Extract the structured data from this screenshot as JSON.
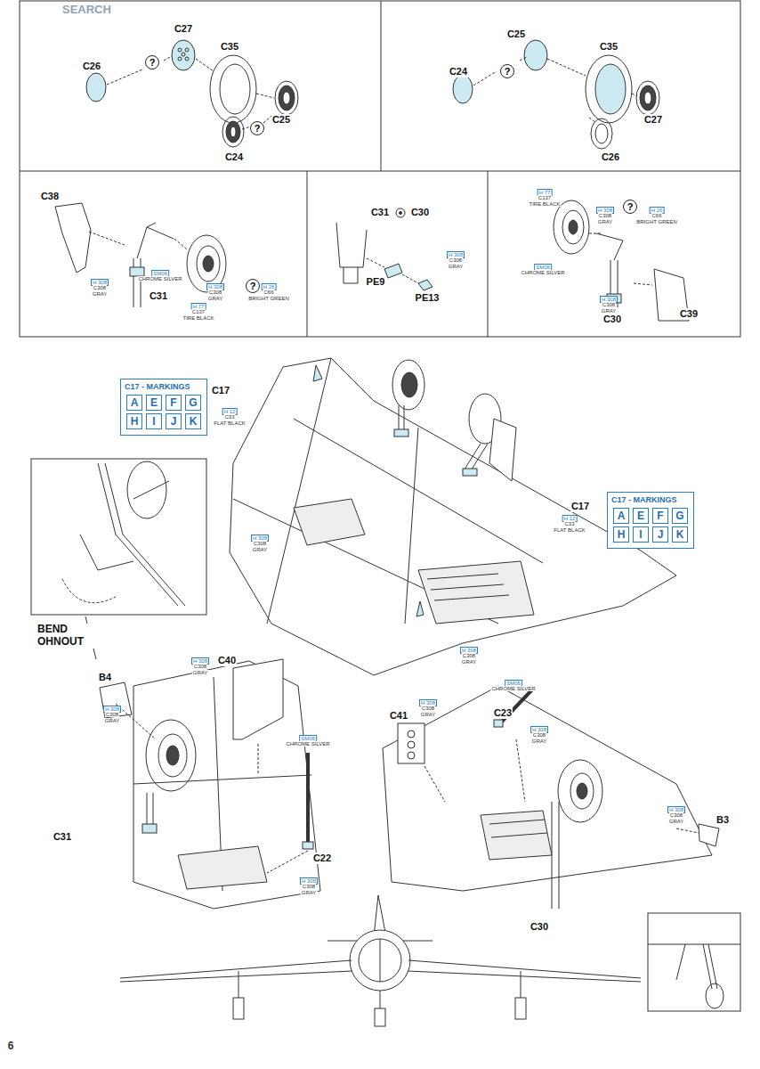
{
  "diagram": {
    "nodes": [
      {
        "text": [
          "C17 - MARKINGS"
        ]
      },
      {
        "text": [
          "A"
        ],
        "in": 0
      },
      {
        "text": [
          "E"
        ],
        "in": 0
      },
      {
        "text": [
          "F"
        ],
        "in": 0
      },
      {
        "text": [
          "G"
        ],
        "in": 0
      },
      {
        "text": [
          "H"
        ],
        "in": 0
      },
      {
        "text": [
          "I"
        ],
        "in": 0
      },
      {
        "text": [
          "J"
        ],
        "in": 0
      },
      {
        "text": [
          "K"
        ],
        "in": 0
      },
      {
        "text": [
          "C17 - MARKINGS"
        ]
      },
      {
        "text": [
          "A"
        ],
        "in": 9
      },
      {
        "text": [
          "E"
        ],
        "in": 9
      },
      {
        "text": [
          "F"
        ],
        "in": 9
      },
      {
        "text": [
          "G"
        ],
        "in": 9
      },
      {
        "text": [
          "H"
        ],
        "in": 9
      },
      {
        "text": [
          "I"
        ],
        "in": 9
      },
      {
        "text": [
          "J"
        ],
        "in": 9
      },
      {
        "text": [
          "K"
        ],
        "in": 9
      }
    ],
    "labels": [
      "SEARCH",
      "C27",
      "C35",
      "C26",
      "?",
      "C25",
      "?",
      "C24",
      "C25",
      "C35",
      "C24",
      "?",
      "C27",
      "C26",
      "C38",
      "H 308",
      "C308",
      "GRAY",
      "SM06",
      "CHROME SILVER",
      "H 308",
      "C308",
      "GRAY",
      "?",
      "H 26",
      "C66",
      "BRIGHT GREEN",
      "C31",
      "H 77",
      "C137",
      "TIRE BLACK",
      "C31",
      "C30",
      "H 308",
      "C308",
      "GRAY",
      "PE9",
      "PE13",
      "H 77",
      "C137",
      "TIRE BLACK",
      "H 308",
      "C308",
      "GRAY",
      "?",
      "H 26",
      "C66",
      "BRIGHT GREEN",
      "SM06",
      "CHROME SILVER",
      "H 308",
      "C308",
      "GRAY",
      "C30",
      "C39",
      "C17",
      "H 12",
      "C33",
      "FLAT BLACK",
      "H 308",
      "C308",
      "GRAY",
      "C17",
      "H 12",
      "C33",
      "FLAT BLACK",
      "H 308",
      "C308",
      "GRAY",
      "BEND OHNOUT",
      "B4",
      "H 308",
      "C308",
      "GRAY",
      "C40",
      "H 308",
      "C308",
      "GRAY",
      "C31",
      "SM06",
      "CHROME SILVER",
      "C22",
      "H 308",
      "C308",
      "GRAY",
      "C41",
      "H 308",
      "C308",
      "GRAY",
      "SM06",
      "CHROME SILVER",
      "C23",
      "H 308",
      "C308",
      "GRAY",
      "H 308",
      "C308",
      "GRAY",
      "B3",
      "C30",
      "6"
    ]
  }
}
